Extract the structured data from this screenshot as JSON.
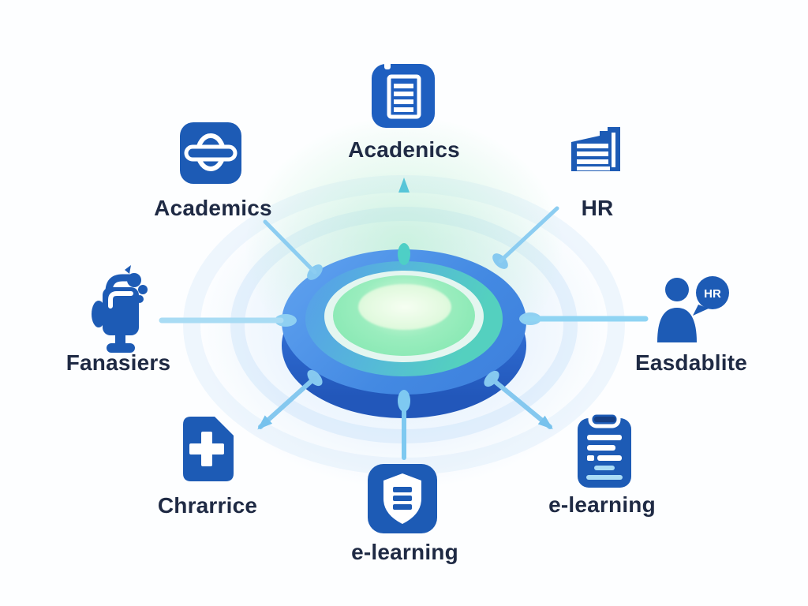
{
  "diagram": {
    "title": "hub-and-spoke-platform-diagram",
    "hub": {
      "name": "central-platform-disc"
    },
    "colors": {
      "icon_blue": "#1d5bb5",
      "label_navy": "#1f2a44",
      "connector_light_blue": "#8ccdf1",
      "connector_teal": "#4ecfc6",
      "disc_rim_blue": "#4a90e6",
      "disc_side_blue": "#2257ba",
      "disc_green": "#7fe6ae"
    },
    "nodes": [
      {
        "id": "top-left",
        "label": "Academics",
        "icon": "globe-icon"
      },
      {
        "id": "top-center",
        "label": "Acadenics",
        "icon": "document-icon"
      },
      {
        "id": "top-right",
        "label": "HR",
        "icon": "folder-document-icon"
      },
      {
        "id": "left",
        "label": "Fanasiers",
        "icon": "monitor-icon"
      },
      {
        "id": "right",
        "label": "Easdablite",
        "icon": "person-icon",
        "badge": "HR"
      },
      {
        "id": "bottom-left",
        "label": "Chrarrice",
        "icon": "file-plus-icon"
      },
      {
        "id": "bottom-center",
        "label": "e-learning",
        "icon": "shield-icon"
      },
      {
        "id": "bottom-right",
        "label": "e-learning",
        "icon": "clipboard-icon"
      }
    ]
  }
}
